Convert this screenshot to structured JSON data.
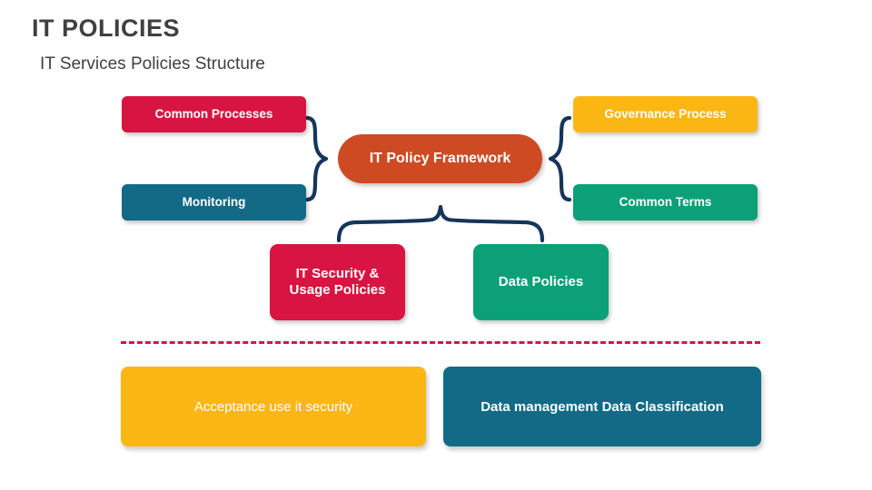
{
  "slide": {
    "title": "IT POLICIES",
    "subtitle": "IT Services Policies Structure"
  },
  "diagram": {
    "center": {
      "label": "IT Policy Framework",
      "color": "#CE4A23"
    },
    "left_nodes": [
      {
        "label": "Common Processes",
        "color": "#D81542"
      },
      {
        "label": "Monitoring",
        "color": "#126A87"
      }
    ],
    "right_nodes": [
      {
        "label": "Governance Process",
        "color": "#FCB714"
      },
      {
        "label": "Common Terms",
        "color": "#0BA077"
      }
    ],
    "bottom_nodes": [
      {
        "label": "IT Security &\nUsage Policies",
        "line1": "IT Security &",
        "line2": "Usage Policies",
        "color": "#D81542"
      },
      {
        "label": "Data Policies",
        "color": "#0BA077"
      }
    ],
    "connector_color": "#15365B",
    "divider_color": "#D81542"
  },
  "banners": [
    {
      "label": "Acceptance  use it security",
      "color": "#FCB714"
    },
    {
      "label": "Data management Data Classification",
      "color": "#126A87"
    }
  ]
}
